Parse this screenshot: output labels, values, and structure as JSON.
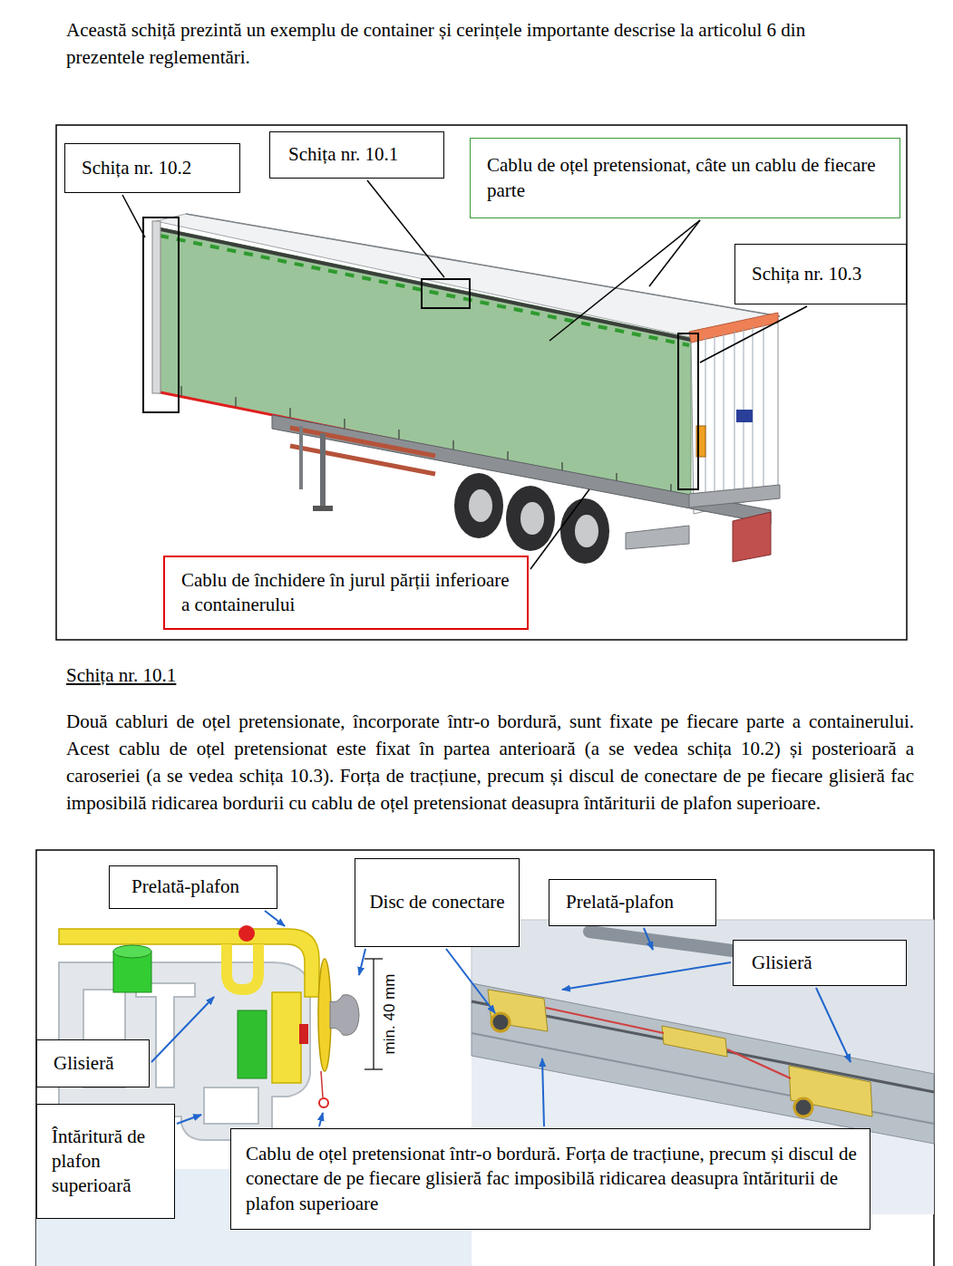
{
  "diagram": {
    "nodes": [
      {
        "text": [
          "Schița nr. 10.2"
        ]
      },
      {
        "text": [
          "Schița nr. 10.1"
        ]
      },
      {
        "text": [
          "Cablu de oțel pretensionat, câte un cablu de fiecare parte"
        ]
      },
      {
        "text": [
          "Schița nr. 10.3"
        ]
      },
      {
        "text": [
          "Cablu de închidere în jurul părții inferioare a containerului"
        ]
      },
      {
        "text": [
          "Prelată-plafon"
        ]
      },
      {
        "text": [
          "Disc de conectare"
        ]
      },
      {
        "text": [
          "Prelată-plafon"
        ]
      },
      {
        "text": [
          "Glisieră"
        ]
      },
      {
        "text": [
          "Glisieră"
        ]
      },
      {
        "text": [
          "Întăritură de plafon superioară"
        ]
      },
      {
        "text": [
          "Cablu de oțel pretensionat într-o bordură. Forța de tracțiune, precum și discul de conectare de pe fiecare glisieră fac imposibilă ridicarea deasupra întăriturii de plafon superioare"
        ]
      }
    ],
    "labels": [
      "Această schiță prezintă un exemplu de container și cerințele importante descrise la articolul 6 din prezentele reglementări.",
      "Schița nr. 10.1",
      "Două cabluri de oțel pretensionate, încorporate într-o bordură, sunt fixate pe fiecare parte a containerului. Acest cablu de oțel pretensionat este fixat în partea anterioară (a se vedea schița 10.2) și posterioară a caroseriei (a se vedea schița 10.3). Forța de tracțiune, precum și discul de conectare de pe fiecare glisieră fac imposibilă ridicarea bordurii cu cablu de oțel pretensionat deasupra întăriturii de plafon superioare.",
      "min. 40 mm"
    ]
  }
}
